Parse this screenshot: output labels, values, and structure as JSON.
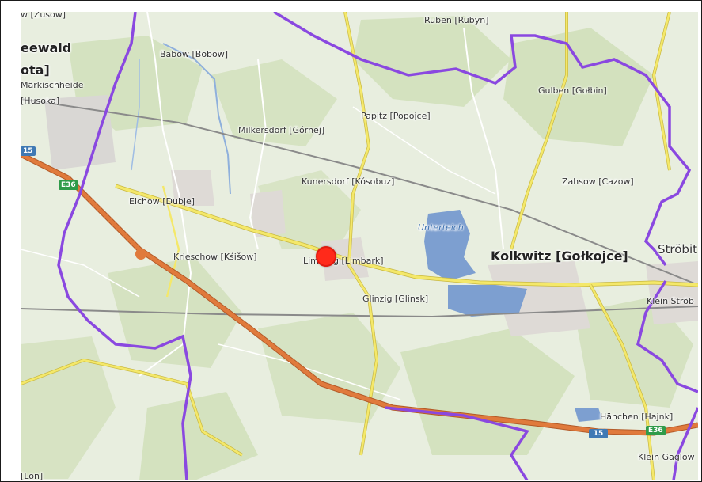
{
  "map": {
    "places": {
      "ruben": "Ruben [Rubyn]",
      "babow": "Babow [Bobow]",
      "gulben": "Gulben [Gołbin]",
      "papitz": "Papitz [Popojce]",
      "milkersdorf": "Milkersdorf [Górnej]",
      "kunersdorf": "Kunersdorf [Kósobuz]",
      "zahsow": "Zahsow [Cazow]",
      "eichow": "Eichow [Dubje]",
      "krieschow": "Krieschow [Kśišow]",
      "limberg": "Limberg [Limbark]",
      "glinzig": "Glinzig [Glinsk]",
      "kolkwitz": "Kolkwitz [Gołkojce]",
      "strobitz": "Ströbit",
      "klein_strobitz": "Klein Ströb",
      "hanchen": "Hänchen [Hajnk]",
      "klein_gaglow": "Klein Gaglow",
      "unterteich": "Unterteich",
      "markischheide": "Märkischheide",
      "husoka": "[Husoka]",
      "eewald": "eewald",
      "ota": "ota]",
      "zusow": "w [Zusow]",
      "lon": "[Lon]"
    },
    "road_shields": {
      "e36_west": "E36",
      "e36_east": "E36",
      "b15_east": "15",
      "b15_west": "15"
    },
    "colors": {
      "motorway": "#e07a3c",
      "primary_road": "#f2e66a",
      "boundary": "#8a48e0",
      "water": "#7d9fd0",
      "forest": "#d5e2c0",
      "railway": "#888888"
    },
    "marker": {
      "icon": "location-marker-icon",
      "color": "#ff2a1a"
    }
  }
}
